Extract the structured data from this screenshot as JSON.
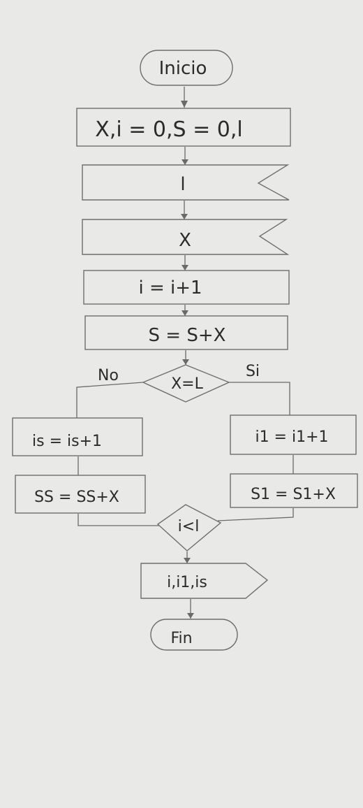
{
  "diagram": {
    "start": "Inicio",
    "init": "X,i = 0,S = 0,l",
    "read_l": "l",
    "read_x": "X",
    "inc_i": "i = i+1",
    "sum_s": "S = S+X",
    "decision_x": "X=L",
    "branch_no": "No",
    "branch_si": "Si",
    "left_inc": "is = is+1",
    "left_sum": "SS = SS+X",
    "right_inc": "i1 = i1+1",
    "right_sum": "S1 = S1+X",
    "decision_i": "i<l",
    "output": "i,i1,is",
    "end": "Fin"
  }
}
